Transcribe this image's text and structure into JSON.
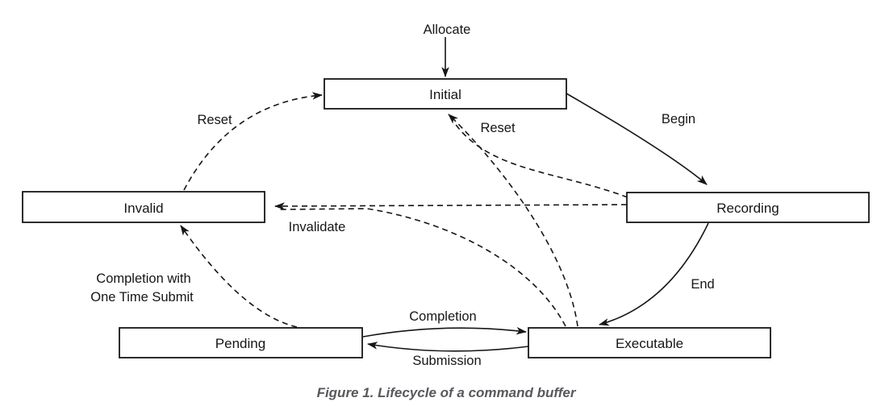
{
  "figure": {
    "caption": "Figure 1. Lifecycle of a command buffer"
  },
  "states": {
    "initial": "Initial",
    "recording": "Recording",
    "executable": "Executable",
    "pending": "Pending",
    "invalid": "Invalid"
  },
  "labels": {
    "allocate": "Allocate",
    "begin": "Begin",
    "end": "End",
    "reset_from_invalid": "Reset",
    "reset_from_recording_executable": "Reset",
    "invalidate": "Invalidate",
    "completion": "Completion",
    "submission": "Submission",
    "one_time_line1": "Completion with",
    "one_time_line2": "One Time Submit"
  },
  "colors": {
    "line": "#161616",
    "caption_text": "#57595c",
    "background": "#ffffff"
  },
  "diagram_data": {
    "type": "state-diagram",
    "nodes": [
      "Initial",
      "Recording",
      "Executable",
      "Pending",
      "Invalid"
    ],
    "edges": [
      {
        "from": "start",
        "to": "Initial",
        "label": "Allocate",
        "style": "solid"
      },
      {
        "from": "Initial",
        "to": "Recording",
        "label": "Begin",
        "style": "solid"
      },
      {
        "from": "Recording",
        "to": "Executable",
        "label": "End",
        "style": "solid"
      },
      {
        "from": "Pending",
        "to": "Executable",
        "label": "Completion",
        "style": "solid"
      },
      {
        "from": "Executable",
        "to": "Pending",
        "label": "Submission",
        "style": "solid"
      },
      {
        "from": "Invalid",
        "to": "Initial",
        "label": "Reset",
        "style": "dashed"
      },
      {
        "from": "Recording",
        "to": "Initial",
        "label": "Reset",
        "style": "dashed"
      },
      {
        "from": "Executable",
        "to": "Initial",
        "label": "Reset",
        "style": "dashed"
      },
      {
        "from": "Recording",
        "to": "Invalid",
        "label": "Invalidate",
        "style": "dashed"
      },
      {
        "from": "Executable",
        "to": "Invalid",
        "label": "Invalidate",
        "style": "dashed"
      },
      {
        "from": "Pending",
        "to": "Invalid",
        "label": "Completion with One Time Submit",
        "style": "dashed"
      }
    ]
  }
}
